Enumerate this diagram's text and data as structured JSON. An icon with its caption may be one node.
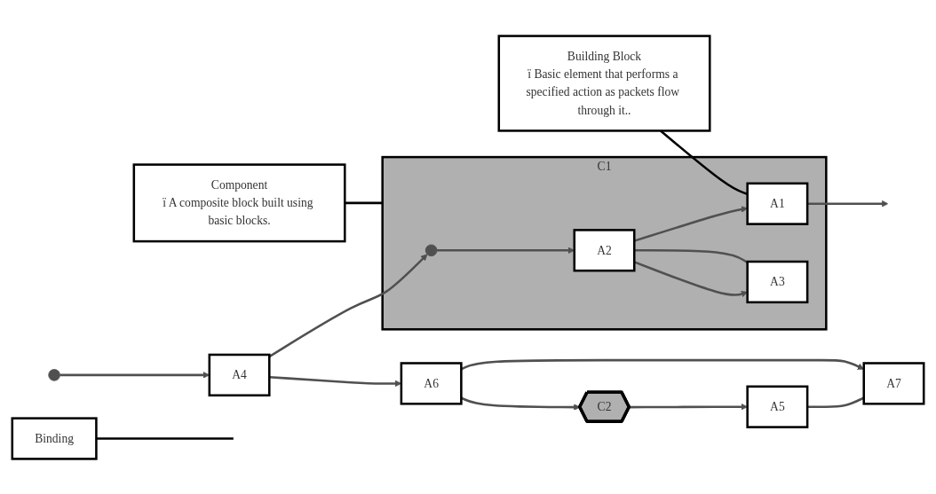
{
  "diagram": {
    "nodes": [
      {
        "text": [
          "Component",
          "ï A composite block built using basic blocks."
        ]
      },
      {
        "text": [
          "Binding"
        ]
      },
      {
        "text": [
          "Building Block",
          "ï Basic element that performs a specified action as packets flow through it.."
        ]
      },
      {
        "text": [],
        "shape": "circle"
      },
      {
        "text": [
          "A4"
        ]
      },
      {
        "text": [
          "C1"
        ]
      },
      {
        "text": [],
        "shape": "circle",
        "in": 5
      },
      {
        "text": [
          "A2"
        ],
        "in": 5
      },
      {
        "text": [
          "A1"
        ],
        "in": 5
      },
      {
        "text": [
          "A3"
        ],
        "in": 5
      },
      {
        "text": [
          "A5"
        ]
      },
      {
        "text": [
          "A6"
        ]
      },
      {
        "text": [
          "C2"
        ]
      },
      {
        "text": [
          "A7"
        ]
      }
    ],
    "edges": [
      {
        "from": 3,
        "to": 4,
        "arrow": "to"
      },
      {
        "from": 4,
        "to": 6,
        "arrow": "to"
      },
      {
        "from": 6,
        "to": 7,
        "arrow": "to"
      },
      {
        "from": 7,
        "to": 8,
        "arrow": "to"
      },
      {
        "from": 7,
        "to": 9,
        "arrow": "to"
      },
      {
        "from": 9,
        "to": 7,
        "arrow": "none"
      },
      {
        "from": 8,
        "to": null,
        "arrow": "to"
      },
      {
        "from": 12,
        "to": 10,
        "arrow": "to"
      },
      {
        "from": 10,
        "to": 13,
        "arrow": "none"
      },
      {
        "from": 4,
        "to": 11,
        "arrow": "to"
      },
      {
        "from": 11,
        "to": 12,
        "arrow": "to"
      },
      {
        "from": 11,
        "to": 13,
        "arrow": "to"
      },
      {
        "from": 0,
        "to": 5,
        "arrow": "none",
        "color": "#000000"
      },
      {
        "from": 1,
        "to": null,
        "arrow": "none",
        "color": "#000000"
      },
      {
        "from": 2,
        "to": 8,
        "arrow": "none",
        "color": "#000000"
      }
    ]
  }
}
